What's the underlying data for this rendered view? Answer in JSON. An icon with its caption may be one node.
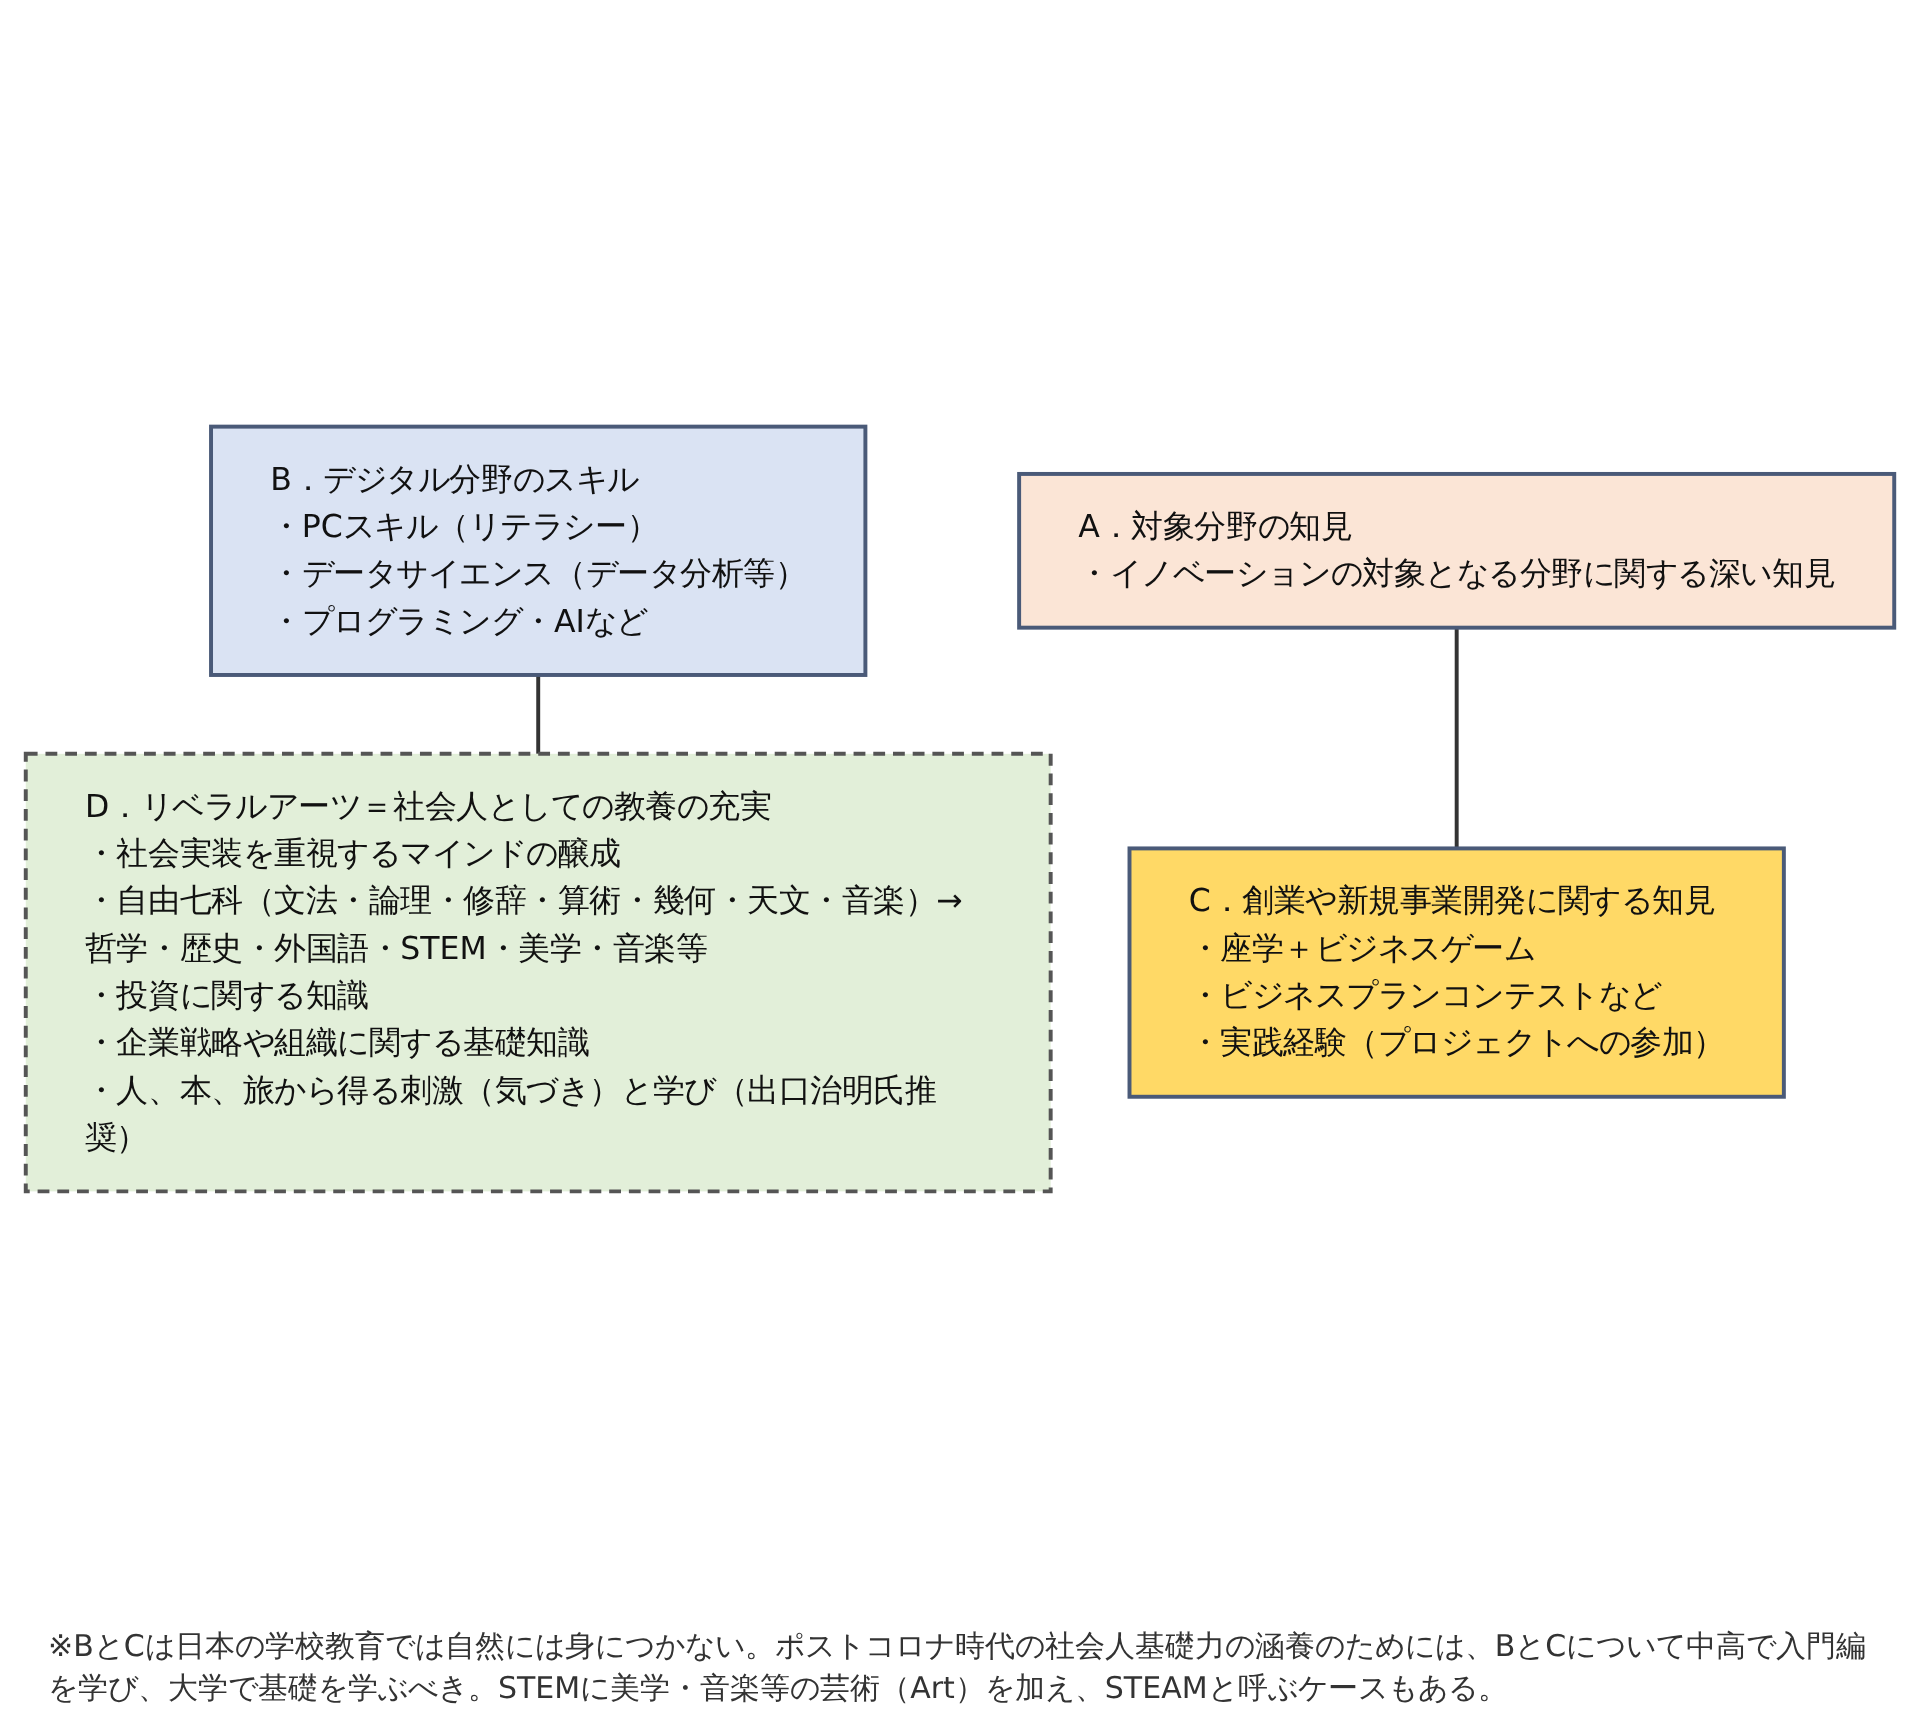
{
  "diagram": {
    "caption": "※BとCは日本の学校教育では自然には身につかない。ポストコロナ時代の社会人基礎力の涵養のためには、BとCについて中高で入門編を学び、大学で基礎を学ぶべき。STEMに美学・音楽等の芸術（Art）を加え、STEAMと呼ぶケースもある。",
    "nodes": [
      {
        "text": [
          "B．デジタル分野のスキル",
          "・PCスキル（リテラシー）",
          "・データサイエンス（データ分析等）",
          "・プログラミング・AIなど"
        ]
      },
      {
        "text": [
          "A．対象分野の知見",
          "・イノベーションの対象となる分野に関する深い知見"
        ]
      },
      {
        "text": [
          "C．創業や新規事業開発に関する知見",
          "・座学＋ビジネスゲーム",
          "・ビジネスプランコンテストなど",
          "・実践経験（プロジェクトへの参加）"
        ]
      },
      {
        "text": [
          "D．リベラルアーツ＝社会人としての教養の充実",
          "・社会実装を重視するマインドの醸成",
          "・自由七科（文法・論理・修辞・算術・幾何・天文・音楽）→哲学・歴史・外国語・STEM・美学・音楽等",
          "・投資に関する知識",
          "・企業戦略や組織に関する基礎知識",
          "・人、本、旅から得る刺激（気づき）と学び（出口治明氏推奨）"
        ]
      }
    ],
    "edges": [
      {
        "from": 0,
        "to": 3,
        "arrow": "none"
      },
      {
        "from": 1,
        "to": 2,
        "arrow": "none"
      }
    ]
  }
}
